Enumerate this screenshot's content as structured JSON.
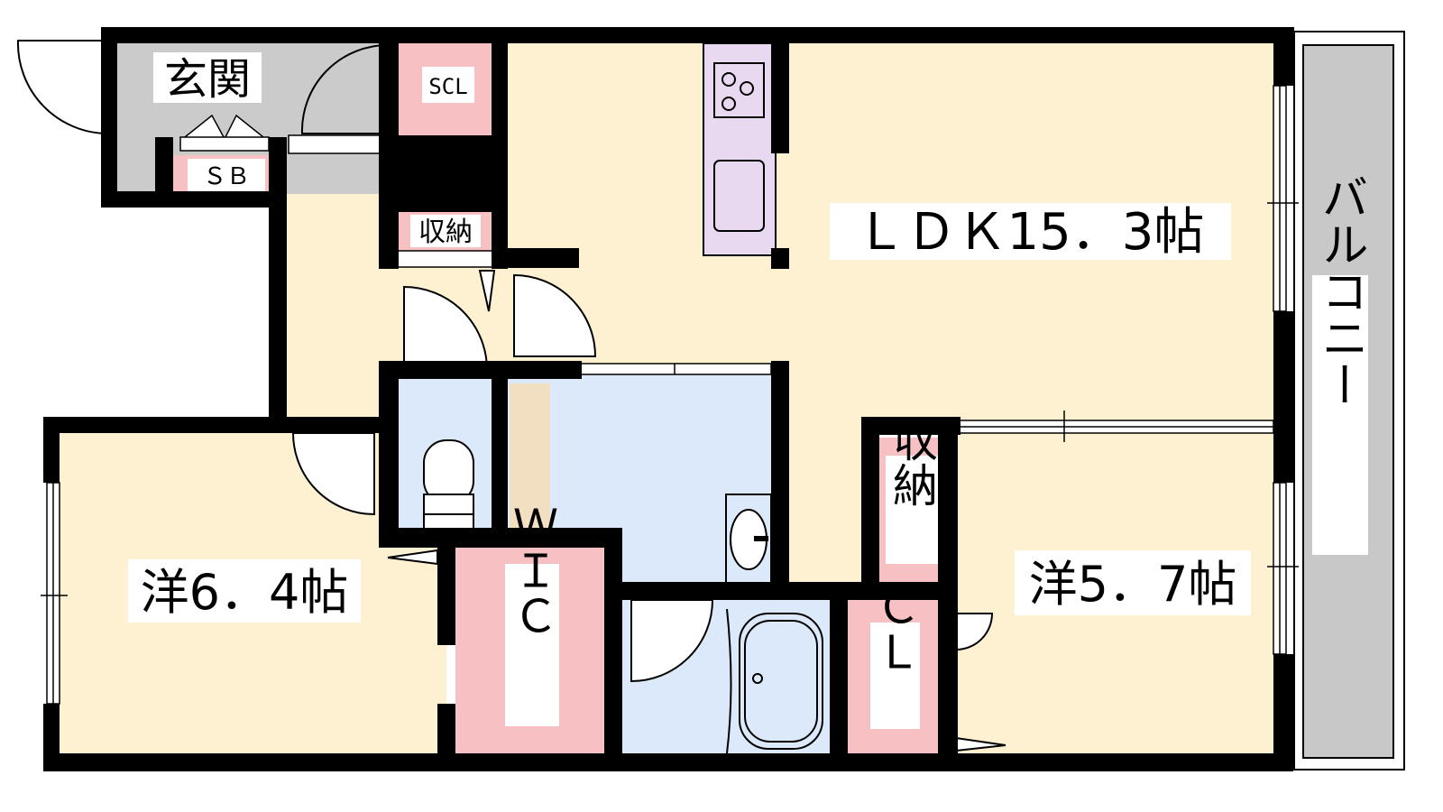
{
  "floor_plan": {
    "colors": {
      "floor": "#fdf1d2",
      "wet_area": "#dbe9fb",
      "storage": "#f7c1c4",
      "kitchen": "#e8d9f1",
      "entrance": "#cbcbcb",
      "balcony": "#c8c8c8",
      "wall": "#000000",
      "wood_shelf": "#f2dec1"
    },
    "rooms": {
      "ldk": "ＬＤＫ15．3帖",
      "western_a": "洋6．4帖",
      "western_b": "洋5．7帖",
      "entrance": "玄関",
      "balcony": "バルコニー",
      "scl": "SCL",
      "sb": "ＳＢ",
      "storage_hall": "収納",
      "storage_bedroom": "収納",
      "wic": "ＷＩＣ",
      "cl": "ＣＬ"
    }
  }
}
